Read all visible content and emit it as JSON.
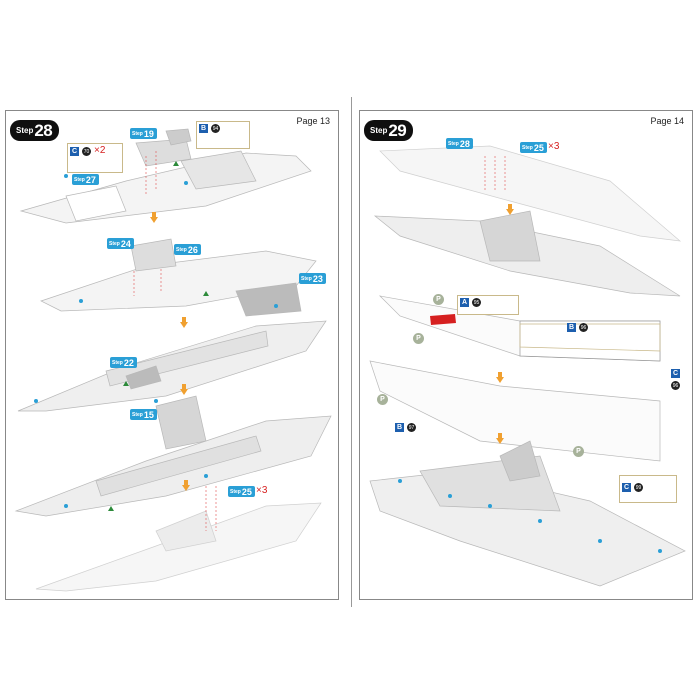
{
  "left_page": {
    "page_label": "Page 13",
    "step": {
      "label": "Step",
      "number": "28"
    },
    "refs": [
      {
        "label": "Step",
        "number": "19"
      },
      {
        "label": "Step",
        "number": "27"
      },
      {
        "label": "Step",
        "number": "24"
      },
      {
        "label": "Step",
        "number": "26"
      },
      {
        "label": "Step",
        "number": "23"
      },
      {
        "label": "Step",
        "number": "22"
      },
      {
        "label": "Step",
        "number": "15"
      },
      {
        "label": "Step",
        "number": "25"
      }
    ],
    "sheet_b": "B",
    "sheet_c": "C",
    "part_b": "94",
    "part_c": "70",
    "mult_c": "×2",
    "mult_25": "×3"
  },
  "right_page": {
    "page_label": "Page 14",
    "step": {
      "label": "Step",
      "number": "29"
    },
    "refs": [
      {
        "label": "Step",
        "number": "28"
      },
      {
        "label": "Step",
        "number": "25"
      }
    ],
    "mult_25": "×3",
    "sheet_a": "A",
    "sheet_b": "B",
    "sheet_c": "C",
    "sheet_b2": "B",
    "sheet_c2": "C",
    "part_a": "95",
    "part_b": "96",
    "part_c": "96",
    "part_b2": "97",
    "part_c2": "99",
    "p_label": "P"
  },
  "colors": {
    "badge": "#0f0f0f",
    "step_ref": "#2a9fd6",
    "arrow": "#f0a030",
    "accent_red": "#d62020"
  }
}
